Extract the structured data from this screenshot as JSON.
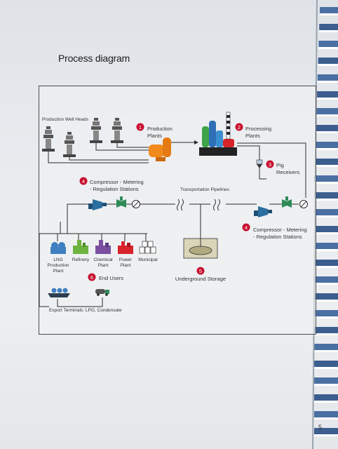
{
  "page": {
    "heading": "Process diagram",
    "page_number": "5"
  },
  "diagram": {
    "well_heads_label": "Production Well Heads",
    "steps": {
      "step1": {
        "num": "1",
        "line1": "Production",
        "line2": "Plants"
      },
      "step2": {
        "num": "2",
        "line1": "Processing",
        "line2": "Plants"
      },
      "step3": {
        "num": "3",
        "line1": "Pig",
        "line2": "Receivers"
      },
      "step4a": {
        "num": "4",
        "line1": "Compressor - Metering",
        "line2": "- Regulation Stations"
      },
      "step4b": {
        "num": "4",
        "line1": "Compressor - Metering",
        "line2": "- Regulation Stations"
      },
      "step5": {
        "num": "5",
        "line1": "Underground Storage"
      },
      "step6": {
        "num": "6",
        "line1": "End Users"
      }
    },
    "pipelines_label": "Transportation Pipelines",
    "end_users": [
      {
        "line1": "LNG",
        "line2": "Production",
        "line3": "Plant"
      },
      {
        "line1": "Refinery",
        "line2": "",
        "line3": ""
      },
      {
        "line1": "Chemical",
        "line2": "Plant",
        "line3": ""
      },
      {
        "line1": "Power",
        "line2": "Plant",
        "line3": ""
      },
      {
        "line1": "Municipal",
        "line2": "",
        "line3": ""
      }
    ],
    "export_label": "Export Terminals: LPG, Condensate",
    "colors": {
      "badge": "#c8102e",
      "pipe": "#2b2b2b",
      "compressor": "#2c6e9f",
      "valve": "#2e8b57",
      "tank_orange": "#f08a1c",
      "lng_blue": "#3f7fc0",
      "refinery_green": "#6db33f",
      "chemical_purple": "#7a4fa0",
      "power_red": "#d8232a"
    }
  }
}
